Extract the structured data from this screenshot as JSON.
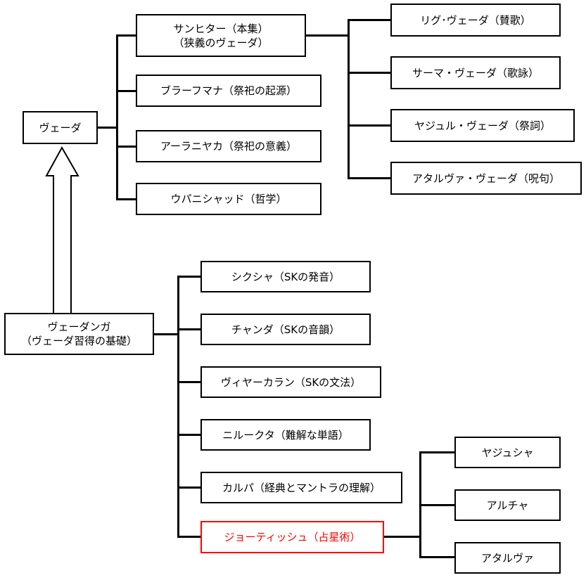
{
  "diagram": {
    "root": {
      "label": "ヴェーダ"
    },
    "veda_children": [
      {
        "line1": "サンヒター（本集）",
        "line2": "（狭義のヴェーダ）"
      },
      {
        "line1": "ブラーフマナ（祭祀の起源）"
      },
      {
        "line1": "アーラニヤカ（祭祀の意義）"
      },
      {
        "line1": "ウパニシャッド（哲学）"
      }
    ],
    "samhita_children": [
      {
        "label": "リグ･ヴェーダ（賛歌）"
      },
      {
        "label": "サーマ・ヴェーダ（歌詠）"
      },
      {
        "label": "ヤジュル・ヴェーダ（祭詞）"
      },
      {
        "label": "アタルヴァ・ヴェーダ（呪句）"
      }
    ],
    "vedanga": {
      "line1": "ヴェーダンガ",
      "line2": "（ヴェーダ習得の基礎）"
    },
    "vedanga_children": [
      {
        "label": "シクシャ（SKの発音）"
      },
      {
        "label": "チャンダ（SKの音韻）"
      },
      {
        "label": "ヴィヤーカラン（SKの文法）"
      },
      {
        "label": "ニルークタ（難解な単語）"
      },
      {
        "label": "カルパ（経典とマントラの理解）"
      },
      {
        "label": "ジョーティッシュ（占星術）",
        "highlighted": true
      }
    ],
    "jyotisha_children": [
      {
        "label": "ヤジュシャ"
      },
      {
        "label": "アルチャ"
      },
      {
        "label": "アタルヴァ"
      }
    ],
    "arrow": {
      "from": "vedanga",
      "to": "root",
      "icon": "up-arrow-icon"
    },
    "colors": {
      "line": "#000000",
      "highlight": "#ff0000",
      "background": "#ffffff"
    }
  }
}
